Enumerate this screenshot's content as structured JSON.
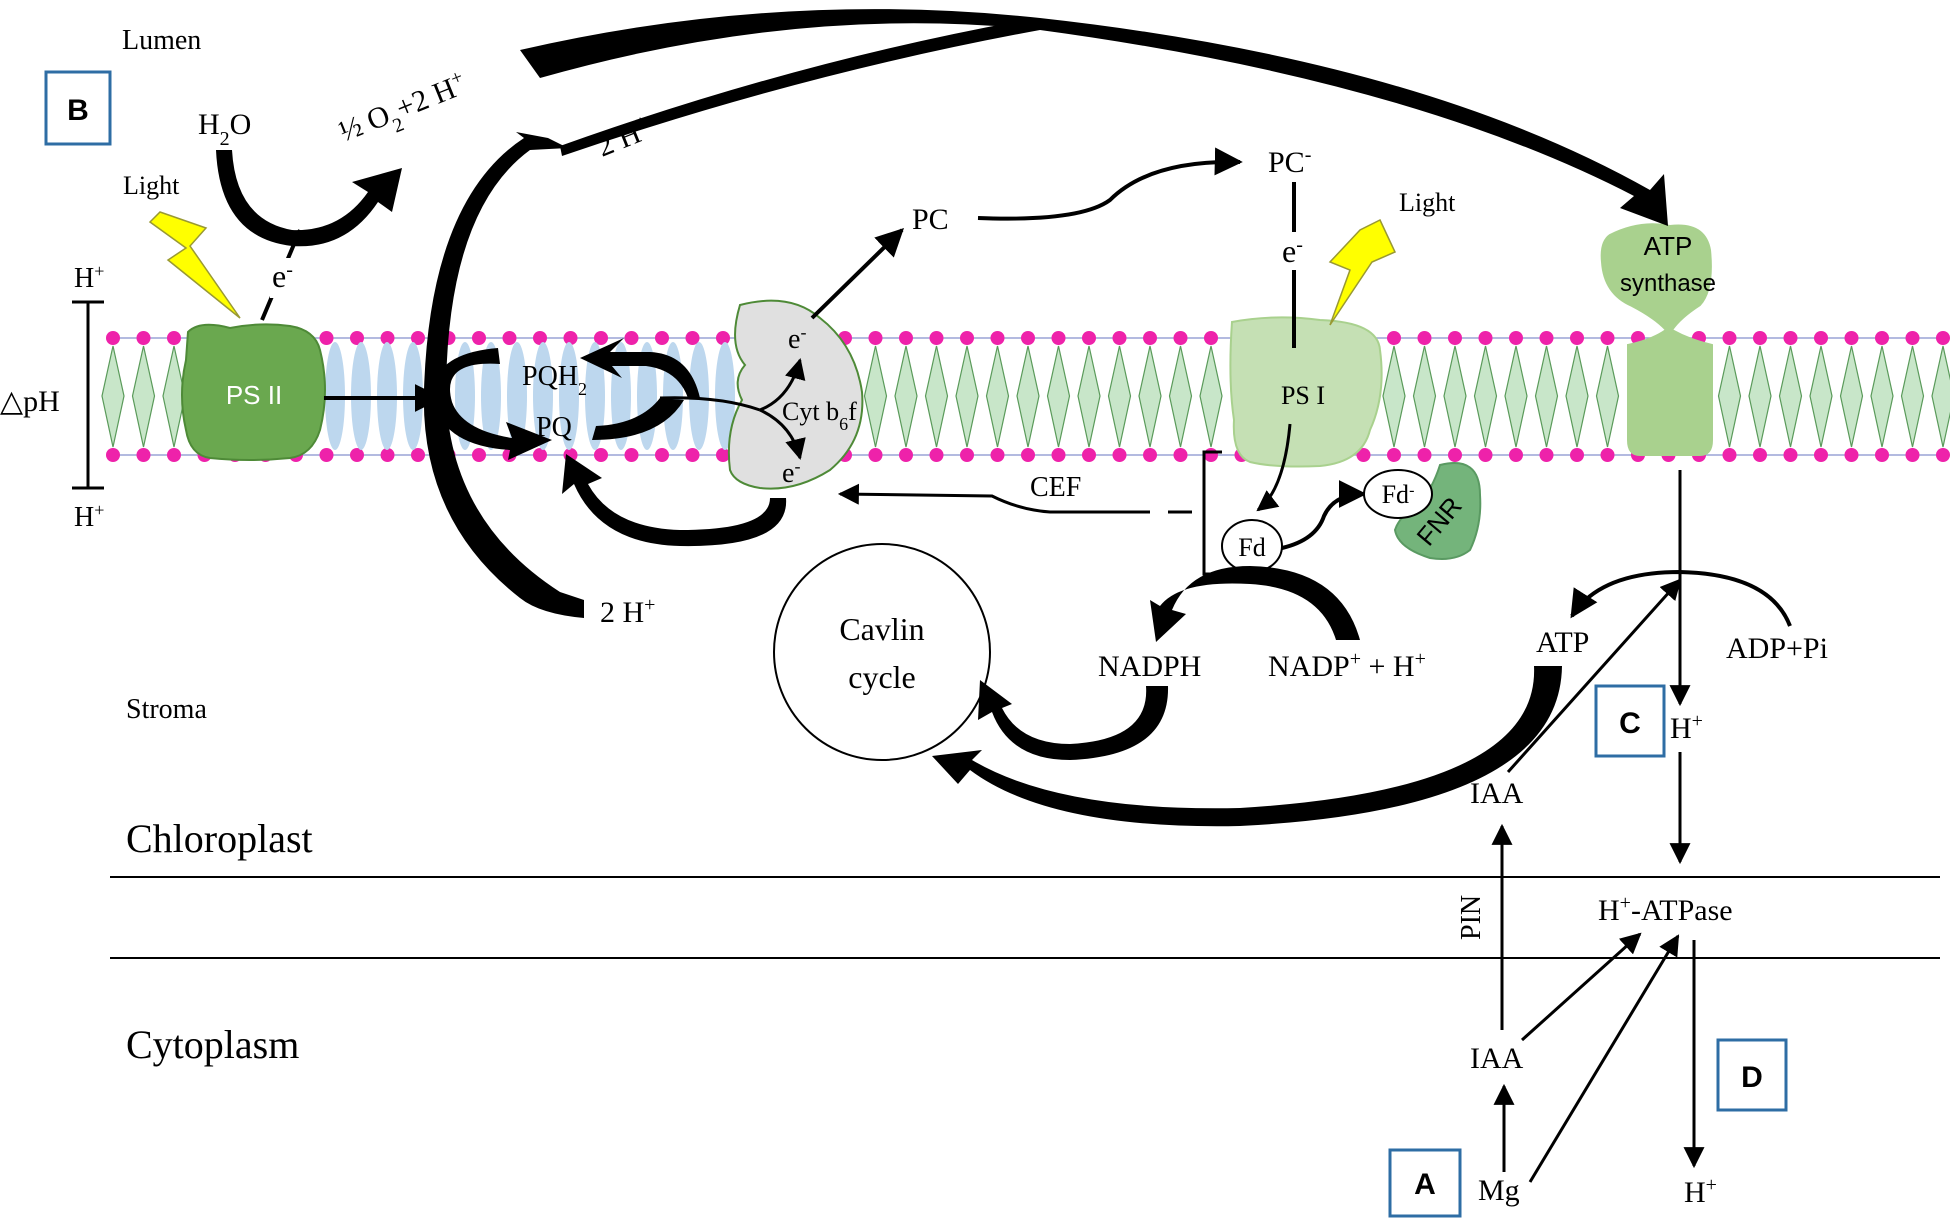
{
  "regions": {
    "lumen": "Lumen",
    "stroma": "Stroma",
    "chloroplast": "Chloroplast",
    "cytoplasm": "Cytoplasm"
  },
  "panels": {
    "a": "A",
    "b": "B",
    "c": "C",
    "d": "D"
  },
  "gradient": {
    "delta_ph": "△pH",
    "h_top_base": "H",
    "h_top_sup": "+",
    "h_bottom_base": "H",
    "h_bottom_sup": "+"
  },
  "light": {
    "left": "Light",
    "right": "Light"
  },
  "water_split": {
    "h2o_h": "H",
    "h2o_sub": "2",
    "h2o_o": "O",
    "o2_a": "½ O",
    "o2_sub": "2",
    "o2_b": "+2 H",
    "o2_sup": "+",
    "electron": "e",
    "electron_sup": "-"
  },
  "complexes": {
    "psii": "PS II",
    "psi": "PS I",
    "cyt_a": "Cyt b",
    "cyt_sub": "6",
    "cyt_b": "f",
    "atp_synthase_1": "ATP",
    "atp_synthase_2": "synthase",
    "fnr": "FNR"
  },
  "carriers": {
    "pqh2": "PQH",
    "pqh2_sub": "2",
    "pq": "PQ",
    "pc": "PC",
    "pc_minus": "PC",
    "pc_minus_sup": "-",
    "e_pc": "e",
    "e_pc_sup": "-",
    "e_cyt_top": "e",
    "e_cyt_top_sup": "-",
    "e_cyt_bottom": "e",
    "e_cyt_bottom_sup": "-",
    "fd": "Fd",
    "fd_minus": "Fd",
    "fd_minus_sup": "-",
    "cef": "CEF"
  },
  "protons": {
    "lumen_2h": "2 H",
    "lumen_2h_sup": "+",
    "stroma_2h": "2 H",
    "stroma_2h_sup": "+",
    "stroma_h": "H",
    "stroma_h_sup": "+",
    "cyto_h": "H",
    "cyto_h_sup": "+"
  },
  "metabolites": {
    "calvin_1": "Cavlin",
    "calvin_2": "cycle",
    "nadph": "NADPH",
    "nadp_a": "NADP",
    "nadp_sup": "+",
    "nadp_b": " + H",
    "nadp_sup2": "+",
    "atp": "ATP",
    "adp": "ADP+Pi",
    "iaa_chloro": "IAA",
    "iaa_cyto": "IAA",
    "mg": "Mg",
    "pin": "PIN",
    "atpase_a": "H",
    "atpase_sup": "+",
    "atpase_b": "-ATPase"
  },
  "colors": {
    "lipid_head": "#ee22aa",
    "lipid_tail": "#c8e6c9",
    "psii": "#6aa84f",
    "psi": "#c5e0b4",
    "atp_synthase": "#a9d18e",
    "fnr": "#74b47b",
    "cyt": "#e0e0e0",
    "pq_pool": "#bdd7ee",
    "light": "#ffff00",
    "panel_border": "#2e6da4"
  }
}
